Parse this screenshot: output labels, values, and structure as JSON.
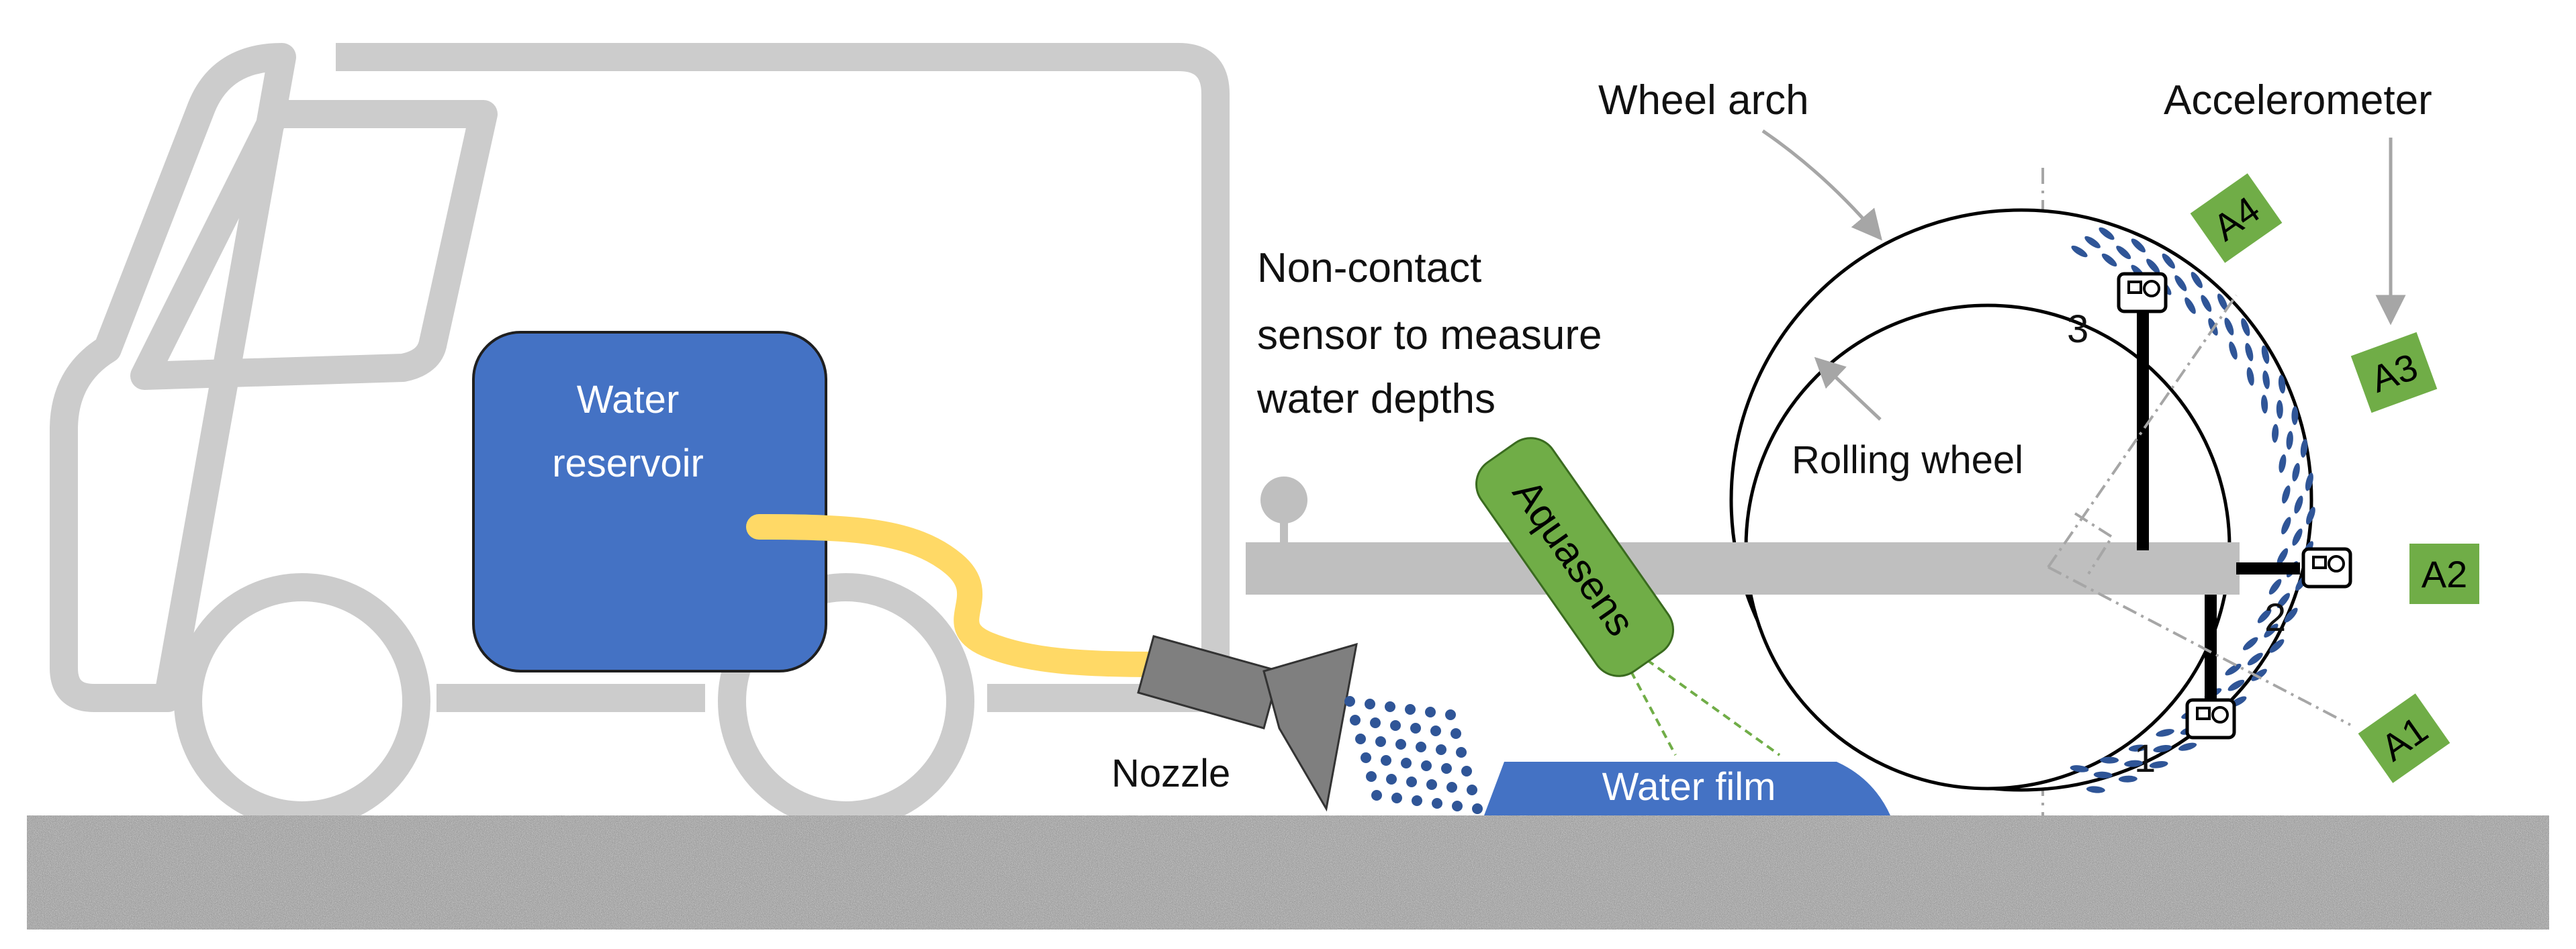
{
  "labels": {
    "water_reservoir_line1": "Water",
    "water_reservoir_line2": "reservoir",
    "nozzle": "Nozzle",
    "water_film": "Water film",
    "aquasens": "Aquasens",
    "sensor_line1": "Non-contact",
    "sensor_line2": "sensor to measure",
    "sensor_line3": "water depths",
    "wheel_arch": "Wheel arch",
    "rolling_wheel": "Rolling wheel",
    "accelerometer": "Accelerometer",
    "a1": "A1",
    "a2": "A2",
    "a3": "A3",
    "a4": "A4",
    "camera1": "1",
    "camera2": "2",
    "camera3": "3"
  },
  "colors": {
    "van_outline": "#cccccc",
    "reservoir": "#4472c4",
    "hose": "#ffd966",
    "nozzle": "#7f7f7f",
    "water": "#4472c4",
    "sensor": "#70ad47",
    "beam": "#bfbfbf",
    "accelerometer_tag": "#70ad47",
    "spray_dots": "#2f5597",
    "road": "#9a9a9a"
  },
  "icons": {
    "camera": "camera-icon",
    "arrow": "arrow-icon"
  }
}
